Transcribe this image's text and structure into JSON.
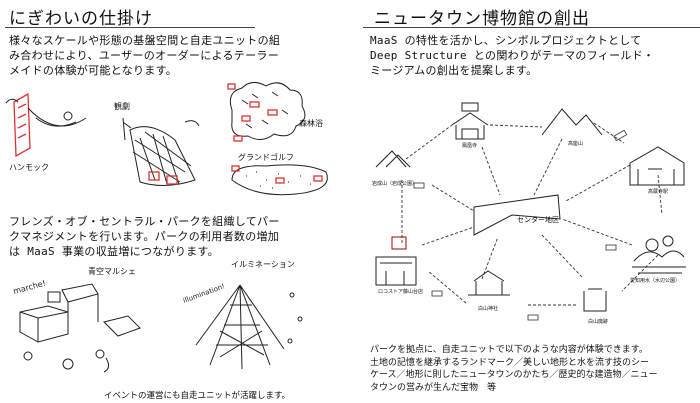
{
  "left": {
    "title": "にぎわいの仕掛け",
    "para1": [
      "様々なスケールや形態の基盤空間と自走ユニットの組",
      "み合わせにより、ユーザーのオーダーによるテーラー",
      "メイドの体験が可能となります。"
    ],
    "labels": {
      "hammock": "ハンモック",
      "viewing": "観劇",
      "forest_bath": "森林浴",
      "golf": "グランドゴルフ",
      "marche": "青空マルシェ",
      "illumination": "イルミネーション",
      "marche_sign": "marche!",
      "illum_sign": "illumination!"
    },
    "para2": [
      "フレンズ・オブ・セントラル・パークを組織してパー",
      "クマネジメントを行います。パークの利用者数の増加",
      "は MaaS 事業の収益増につながります。"
    ],
    "caption": "イベントの運営にも自走ユニットが活躍します。"
  },
  "right": {
    "title": "ニュータウン博物館の創出",
    "para1": [
      "MaaS の特性を活かし、シンボルプロジェクトとして",
      "Deep Structure との関わりがテーマのフィールド・",
      "ミージアムの創出を提案します。"
    ],
    "diagram": {
      "center": "センター地区",
      "nodes": [
        "鳳凰寺",
        "高座山",
        "高蔵寺駅",
        "愛知用水（水辺公園）",
        "白山神社",
        "白山廃跡",
        "ロコストア藤山台店",
        "岩成山（岩成公園）"
      ]
    },
    "para2": [
      "パークを拠点に、自走ユニットで以下のような内容が体験できます。",
      "土地の記憶を継承するランドマーク／美しい地形と水を流す技のシー",
      "ケース／地形に則したニュータウンのかたち／歴史的な建造物／ニュー",
      "タウンの営みが生んだ宝物　等"
    ]
  }
}
